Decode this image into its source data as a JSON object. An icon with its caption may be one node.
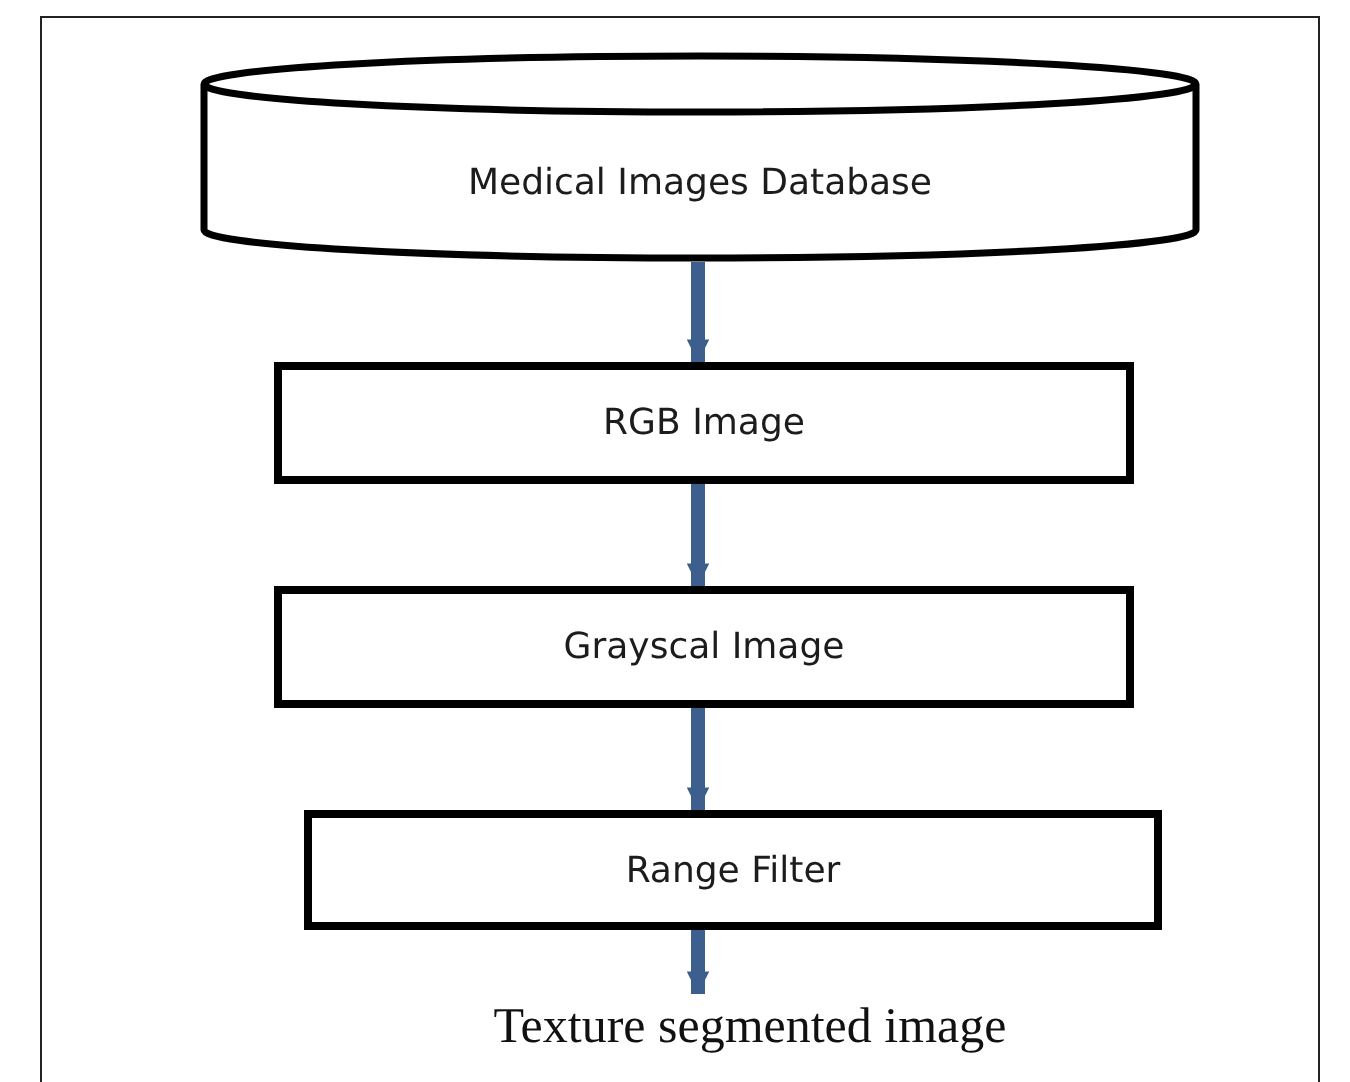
{
  "diagram": {
    "nodes": [
      {
        "text": [
          "Medical Images Database"
        ]
      },
      {
        "text": [
          "RGB Image"
        ]
      },
      {
        "text": [
          "Grayscal Image"
        ]
      },
      {
        "text": [
          "Range Filter"
        ]
      },
      {
        "text": [
          "Texture segmented image"
        ]
      }
    ],
    "edges": [
      {
        "from": 0,
        "to": 1,
        "arrow": "to"
      },
      {
        "from": 1,
        "to": 2,
        "arrow": "to"
      },
      {
        "from": 2,
        "to": 3,
        "arrow": "to"
      },
      {
        "from": 3,
        "to": 4,
        "arrow": "to"
      }
    ]
  }
}
